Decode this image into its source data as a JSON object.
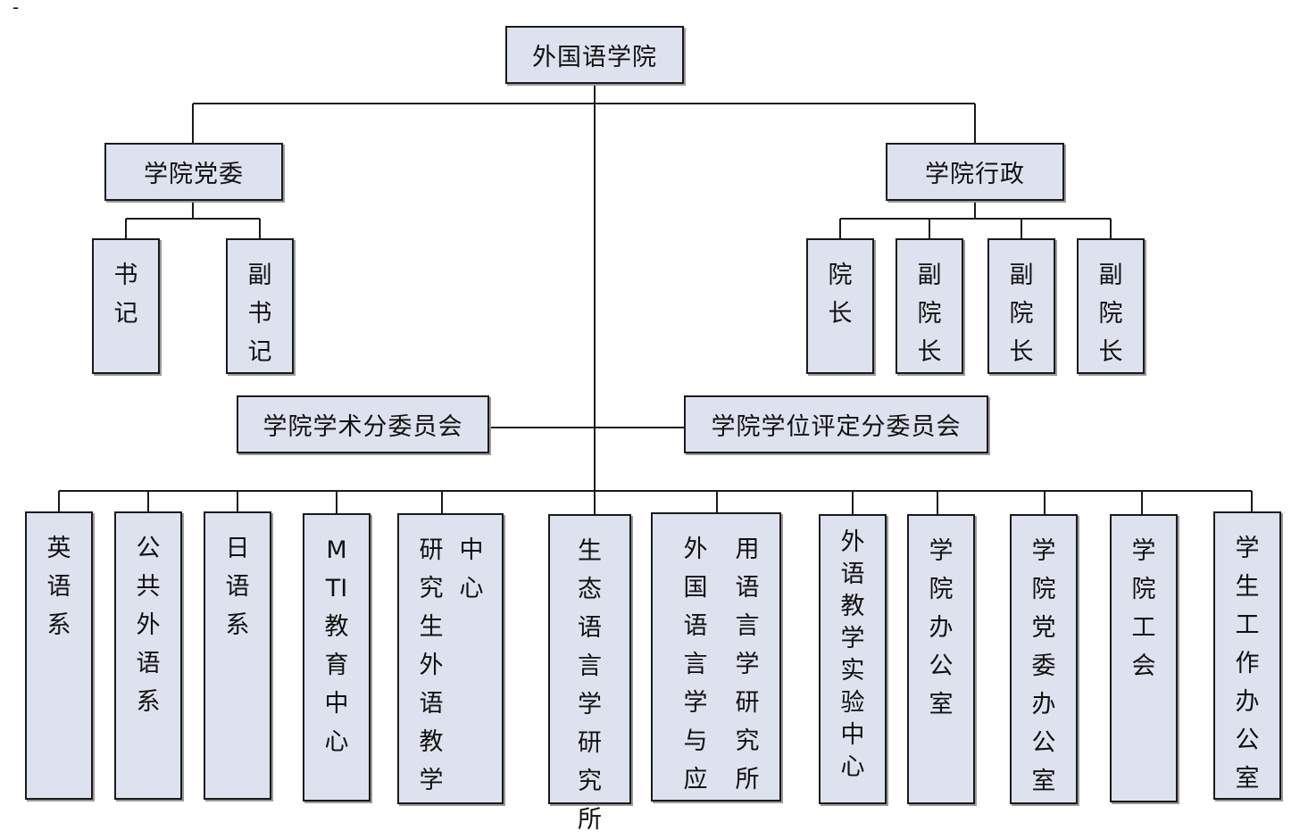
{
  "stray_mark": "-",
  "root": {
    "label": "外国语学院"
  },
  "party": {
    "label": "学院党委",
    "children": [
      "书记",
      "副书记"
    ]
  },
  "admin": {
    "label": "学院行政",
    "children": [
      "院长",
      "副院长",
      "副院长",
      "副院长"
    ]
  },
  "committees": {
    "academic": "学院学术分委员会",
    "degree": "学院学位评定分委员会"
  },
  "departments": [
    {
      "text": "英语系"
    },
    {
      "text": "公共外语系"
    },
    {
      "text": "日语系"
    },
    {
      "text": "MTI教育中心"
    },
    {
      "col1": "研究生外语教学",
      "col2": "中心"
    },
    {
      "text": "生态语言学研究所"
    },
    {
      "col1": "外国语言学与应",
      "col2": "用语言学研究所"
    },
    {
      "text": "外语教学实验中心"
    },
    {
      "text": "学院办公室"
    },
    {
      "text": "学院党委办公室"
    },
    {
      "text": "学院工会"
    },
    {
      "text": "学生工作办公室"
    }
  ],
  "colors": {
    "box_fill": "#dde2ee",
    "box_border": "#1a1a1a",
    "line": "#1a1a1a"
  }
}
